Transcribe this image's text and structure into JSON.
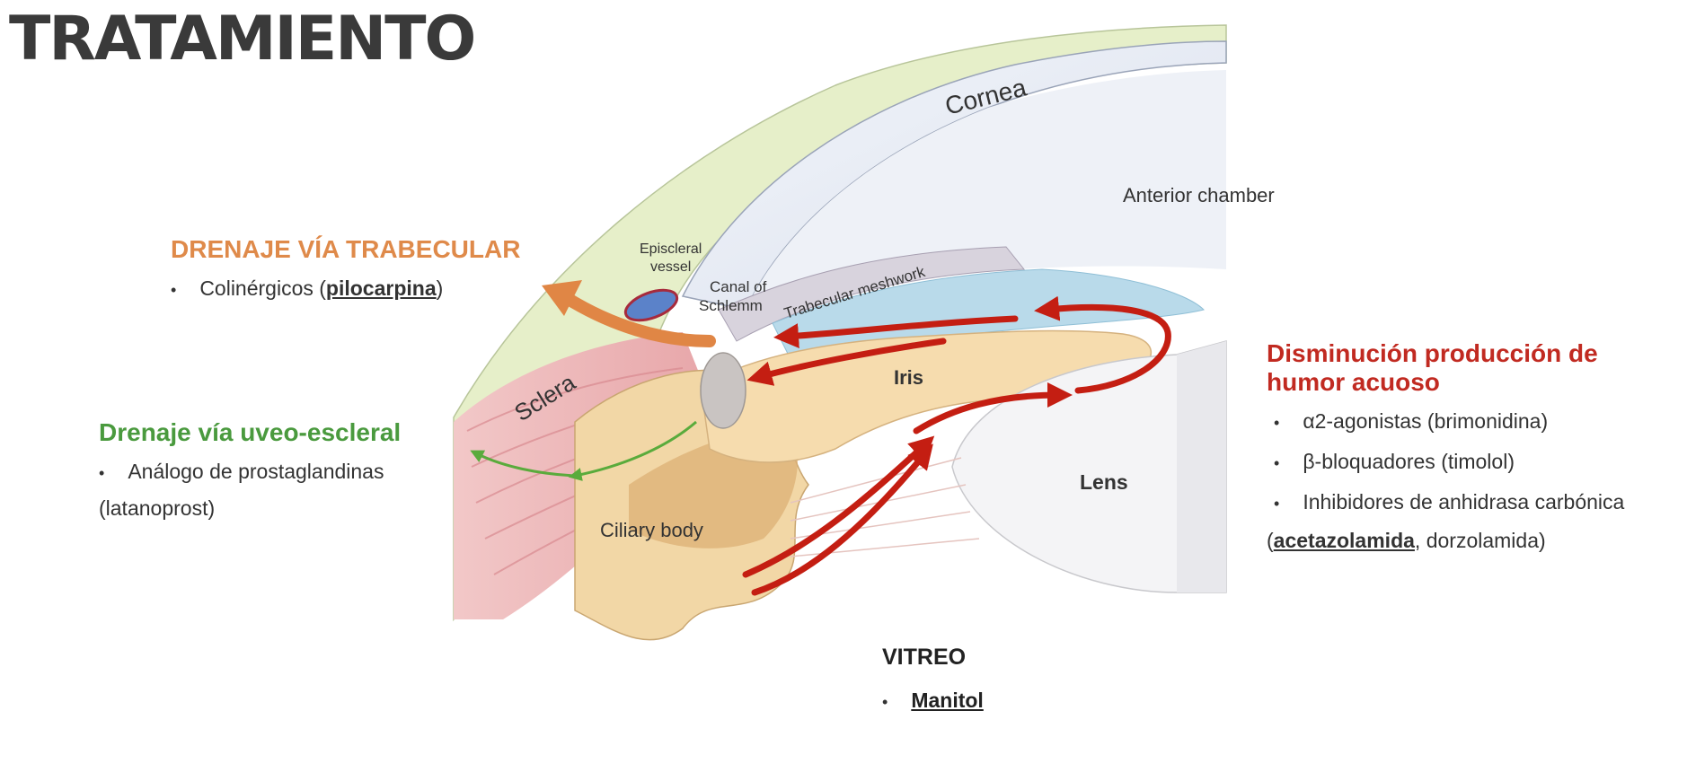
{
  "title": "TRATAMIENTO",
  "diagram_labels": {
    "cornea": "Cornea",
    "anterior_chamber": "Anterior chamber",
    "episcleral_vessel_1": "Episcleral",
    "episcleral_vessel_2": "vessel",
    "canal_1": "Canal of",
    "canal_2": "Schlemm",
    "trabecular_meshwork": "Trabecular meshwork",
    "sclera": "Sclera",
    "iris": "Iris",
    "ciliary_body": "Ciliary body",
    "lens": "Lens"
  },
  "trabecular": {
    "heading": "DRENAJE VÍA TRABECULAR",
    "item_prefix": "Colinérgicos (",
    "item_drug": "pilocarpina",
    "item_suffix": ")"
  },
  "uveoscleral": {
    "heading": "Drenaje vía uveo-escleral",
    "item_line1": "Análogo de prostaglandinas",
    "item_line2": "(latanoprost)"
  },
  "production": {
    "heading_line1": "Disminución producción de",
    "heading_line2": "humor acuoso",
    "item1": "α2-agonistas (brimonidina)",
    "item2": "β-bloquadores (timolol)",
    "item3": "Inhibidores de anhidrasa carbónica",
    "item4_prefix": "(",
    "item4_drug": "acetazolamida",
    "item4_suffix": ", dorzolamida)"
  },
  "vitreo": {
    "heading": "VITREO",
    "item": "Manitol"
  },
  "colors": {
    "trabecular": "#df8a4a",
    "uveoscleral": "#4a9a3e",
    "production": "#c12a21",
    "title": "#3a3a3a"
  }
}
